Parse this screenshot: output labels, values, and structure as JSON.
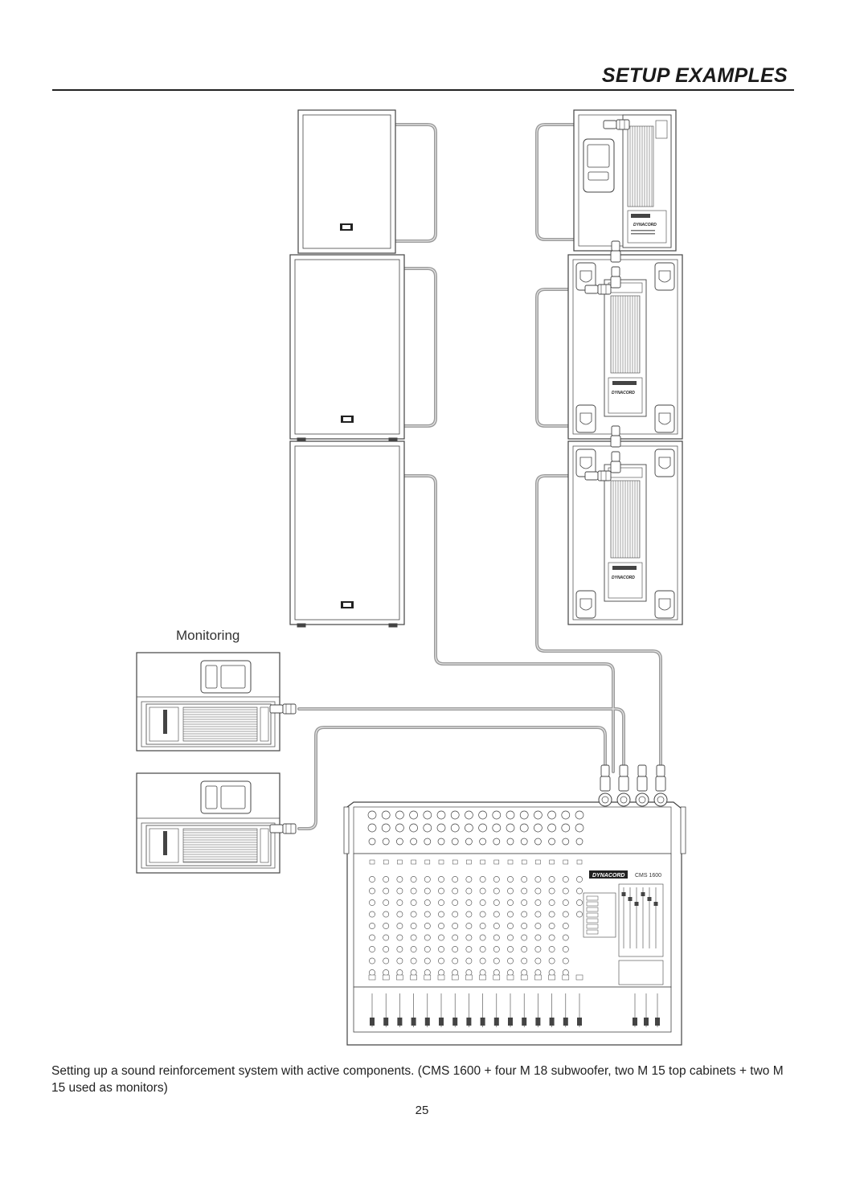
{
  "header": {
    "section_title": "SETUP EXAMPLES"
  },
  "diagram": {
    "monitoring_label": "Monitoring",
    "brand_label": "DYNACORD",
    "mixer_model": "CMS 1600",
    "colors": {
      "cable": "#9a9a9a",
      "outline": "#555555",
      "grille": "#cfcfcf",
      "cable_core": "#e8e8e8"
    }
  },
  "caption": "Setting up a sound reinforcement system with active components. (CMS 1600 + four M 18 subwoofer, two M 15 top cabinets + two M 15 used as monitors)",
  "footer": {
    "page_number": "25"
  }
}
